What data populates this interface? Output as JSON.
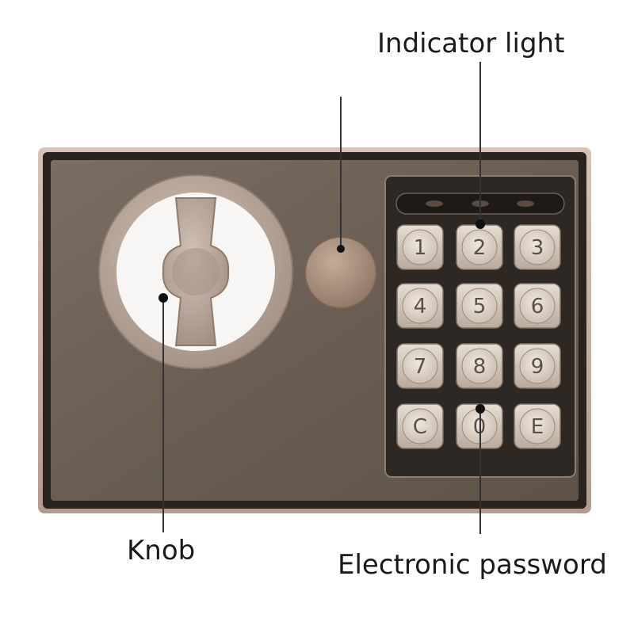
{
  "labels": {
    "indicator_light": "Indicator light",
    "knob": "Knob",
    "electronic_password": "Electronic password"
  },
  "keypad": {
    "keys": [
      "1",
      "2",
      "3",
      "4",
      "5",
      "6",
      "7",
      "8",
      "9",
      "C",
      "0",
      "E"
    ]
  },
  "colors": {
    "safe_body": "#6e6258",
    "frame_edge": "#c9b2a6",
    "keypad_panel": "#312a26",
    "key_face": "#d9cfc4",
    "knob_metal": "#b9a89c",
    "leader_line": "#333333"
  }
}
